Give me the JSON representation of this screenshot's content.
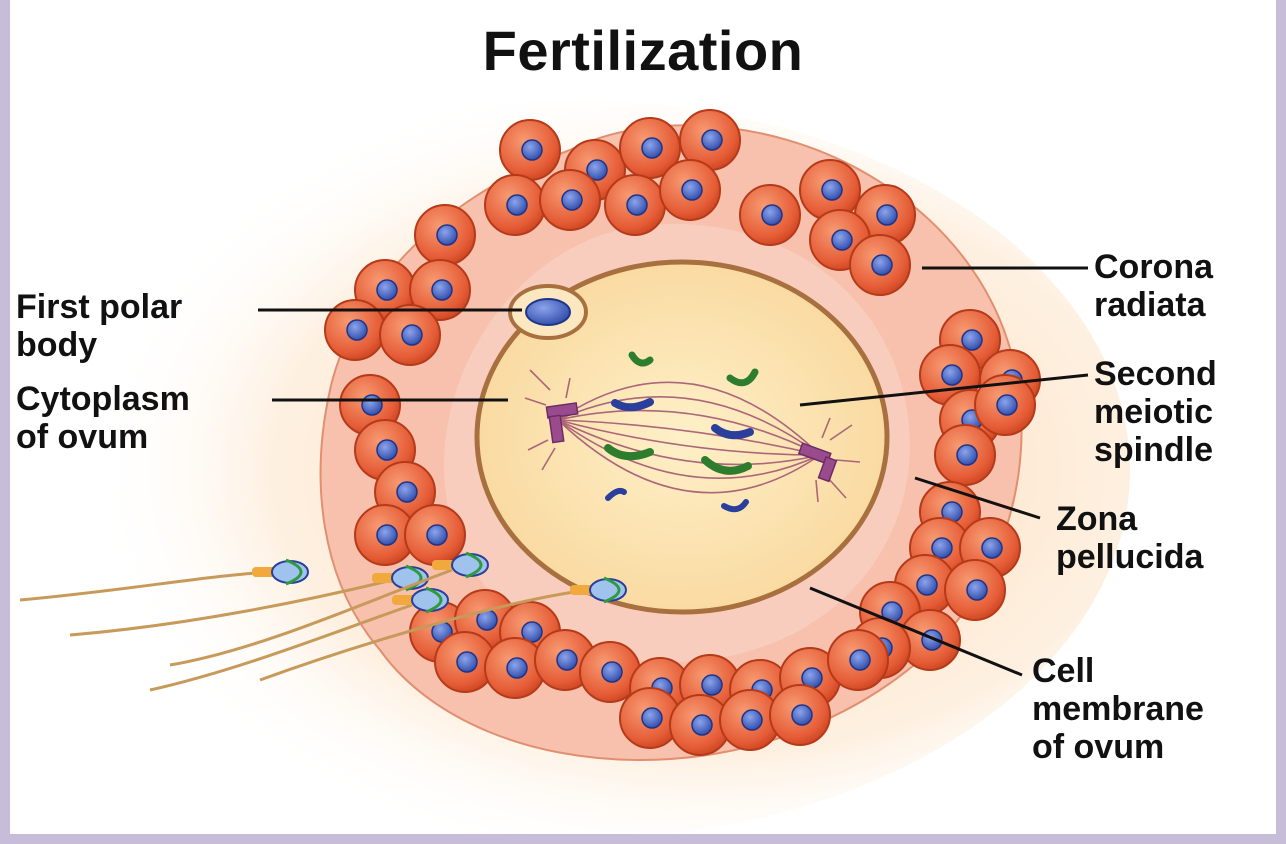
{
  "title": "Fertilization",
  "labels": {
    "first_polar_body": [
      "First polar",
      "body"
    ],
    "cytoplasm_of_ovum": [
      "Cytoplasm",
      "of ovum"
    ],
    "corona_radiata": [
      "Corona",
      "radiata"
    ],
    "second_meiotic_spindle": [
      "Second",
      "meiotic",
      "spindle"
    ],
    "zona_pellucida": [
      "Zona",
      "pellucida"
    ],
    "cell_membrane_of_ovum": [
      "Cell",
      "membrane",
      "of ovum"
    ]
  },
  "colors": {
    "frame_border": "#c7bdd9",
    "follicle_cell": "#e8623c",
    "follicle_nucleus": "#3f5fc0",
    "zona_pellucida": "#f9c8b8",
    "cytoplasm": "#fde2b0",
    "membrane": "#b07848",
    "chromosome_green": "#2e7d2e",
    "chromosome_blue": "#2a3e9c",
    "centrosome": "#9a4b8e",
    "sperm_head": "#f2a93b"
  }
}
